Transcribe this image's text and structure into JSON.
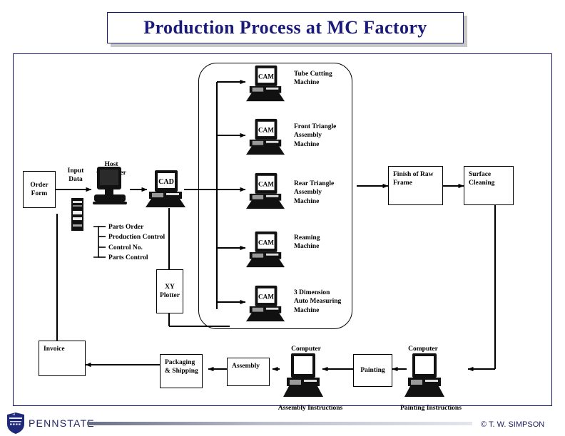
{
  "title": {
    "text": "Production Process at MC Factory",
    "color": "#1a1a7a",
    "border_color": "#1b1b6e",
    "shadow_color": "#c8c8c8"
  },
  "frame": {
    "border_color": "#15156b"
  },
  "diagram": {
    "boxes": [
      {
        "id": "order-form",
        "label": "Order\nForm"
      },
      {
        "id": "xy-plotter",
        "label": "XY\nPlotter"
      },
      {
        "id": "finish-raw-frame",
        "label": "Finish of\nRaw Frame"
      },
      {
        "id": "surface-cleaning",
        "label": "Surface\nCleaning"
      },
      {
        "id": "invoice",
        "label": "Invoice"
      },
      {
        "id": "packaging-shipping",
        "label": "Packaging\n&\nShipping"
      },
      {
        "id": "assembly",
        "label": "Assembly"
      },
      {
        "id": "painting",
        "label": "Painting"
      }
    ],
    "labels": {
      "input_data": "Input\nData",
      "host_computer": "Host\nComputer",
      "cad": "CAD",
      "cam": "CAM",
      "computer_assembly": "Computer",
      "computer_painting": "Computer",
      "assembly_instructions": "Assembly Instructions",
      "painting_instructions": "Painting Instructions"
    },
    "host_outputs": [
      "Parts Order",
      "Production Control",
      "Control No.",
      "Parts Control"
    ],
    "machines": [
      {
        "id": "tube-cutting",
        "label": "Tube Cutting\nMachine"
      },
      {
        "id": "front-triangle",
        "label": "Front Triangle\nAssembly\nMachine"
      },
      {
        "id": "rear-triangle",
        "label": "Rear Triangle\nAssembly\nMachine"
      },
      {
        "id": "reaming",
        "label": "Reaming\nMachine"
      },
      {
        "id": "three-dim-auto",
        "label": "3 Dimension\nAuto Measuring\nMachine"
      }
    ]
  },
  "footer": {
    "brand": "PENNSTATE",
    "copyright": "© T. W. SIMPSON",
    "brand_color": "#24246a",
    "shield_color": "#1f2a7a"
  }
}
